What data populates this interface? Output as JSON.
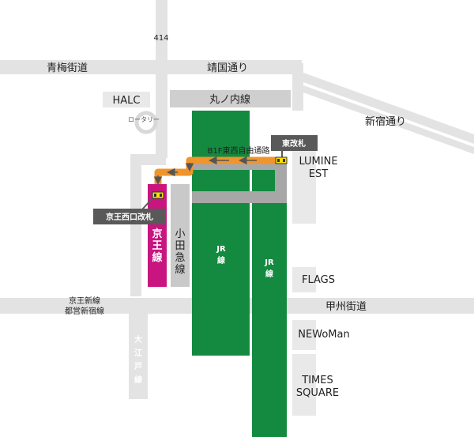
{
  "colors": {
    "road": "#e3e3e3",
    "jr": "#138a3f",
    "keio": "#c8157f",
    "odakyu": "#c9c9c9",
    "marunouchi": "#cfcfcf",
    "building": "#e9e9e9",
    "passage": "#f0952b",
    "gate_label_bg": "#595959",
    "gate_icon": "#ffe000",
    "text": "#222222"
  },
  "roads": {
    "route_414": "414",
    "ome_kaido": "青梅街道",
    "seikoku_dori": "靖国通り",
    "shinjuku_dori": "新宿通り",
    "koshu_kaido": "甲州街道"
  },
  "landmarks": {
    "halc": "HALC",
    "rotary": "ロータリー",
    "lumine_est": [
      "LUMINE",
      "EST"
    ],
    "flags": "FLAGS",
    "newoman": "NEWoMan",
    "times_square": [
      "TIMES",
      "SQUARE"
    ]
  },
  "lines": {
    "marunouchi": "丸ノ内線",
    "jr_left": [
      "JR",
      "線"
    ],
    "jr_right": [
      "JR",
      "線"
    ],
    "keio": [
      "京",
      "王",
      "線"
    ],
    "odakyu": [
      "小",
      "田",
      "急",
      "線"
    ],
    "keio_new": [
      "京王新線",
      "都営新宿線"
    ],
    "oedo": [
      "大",
      "江",
      "戸",
      "線"
    ]
  },
  "passage": {
    "name": "B1F東西自由通路"
  },
  "gates": {
    "east_gate": "東改札",
    "keio_west_gate": "京王西口改札"
  }
}
